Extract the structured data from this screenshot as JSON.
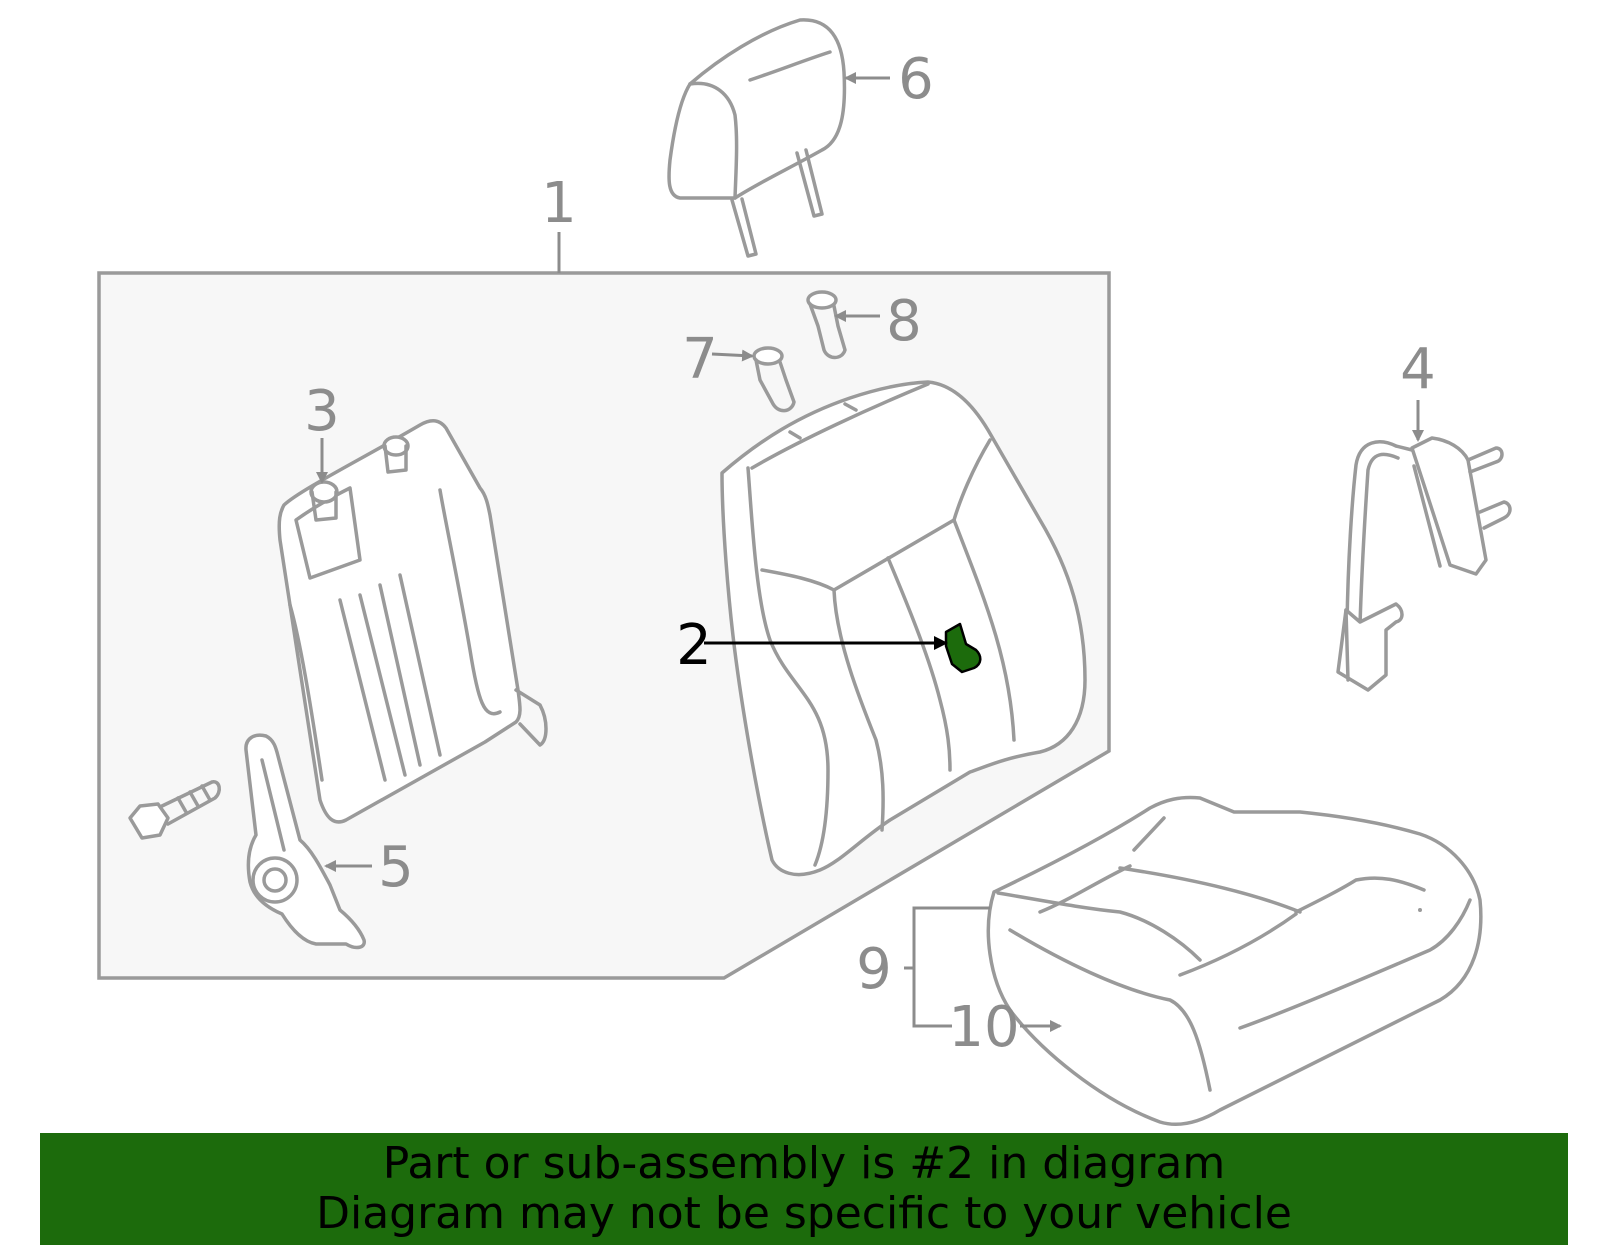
{
  "diagram": {
    "callouts": [
      {
        "id": "1",
        "label": "1"
      },
      {
        "id": "2",
        "label": "2",
        "highlighted": true
      },
      {
        "id": "3",
        "label": "3"
      },
      {
        "id": "4",
        "label": "4"
      },
      {
        "id": "5",
        "label": "5"
      },
      {
        "id": "6",
        "label": "6"
      },
      {
        "id": "7",
        "label": "7"
      },
      {
        "id": "8",
        "label": "8"
      },
      {
        "id": "9",
        "label": "9"
      },
      {
        "id": "10",
        "label": "10"
      }
    ],
    "highlight_color": "#1c6b0c",
    "part_line_color": "#9a9a9a"
  },
  "banner": {
    "line1": "Part or sub-assembly is #2 in diagram",
    "line2": "Diagram may not be specific to your vehicle",
    "background": "#1c6b0c"
  }
}
